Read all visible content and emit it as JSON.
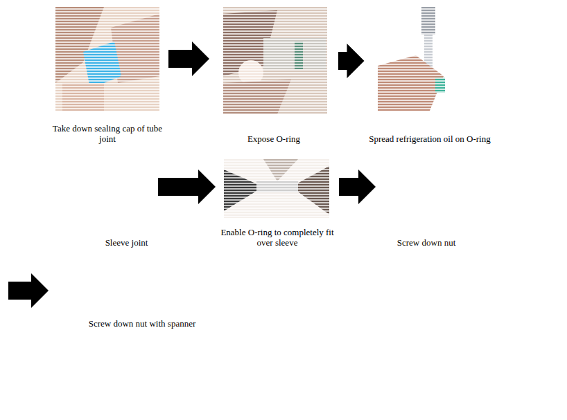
{
  "diagram": {
    "nodes": [
      {
        "text": [
          "Take down sealing cap of tube joint"
        ]
      },
      {
        "text": [
          "Expose O-ring"
        ]
      },
      {
        "text": [
          "Spread refrigeration oil on O-ring"
        ]
      },
      {
        "text": [
          "Sleeve joint"
        ]
      },
      {
        "text": [
          "Enable O-ring to completely fit over sleeve"
        ]
      },
      {
        "text": [
          "Screw down nut"
        ]
      },
      {
        "text": [
          "Screw down nut with spanner"
        ]
      }
    ],
    "edges": [
      {
        "from": 0,
        "to": 1,
        "arrow": "to"
      },
      {
        "from": 1,
        "to": 2,
        "arrow": "to"
      },
      {
        "from": 3,
        "to": 4,
        "arrow": "to"
      },
      {
        "from": 4,
        "to": 5,
        "arrow": "to"
      }
    ]
  }
}
